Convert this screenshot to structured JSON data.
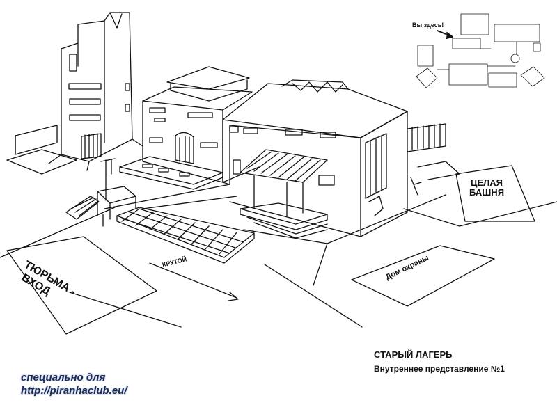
{
  "caption": {
    "title": "СТАРЫЙ ЛАГЕРЬ",
    "subtitle": "Внутреннее представление №1"
  },
  "labels": {
    "tower_line1": "ЦЕЛАЯ",
    "tower_line2": "БАШНЯ",
    "prison_line1": "ТЮРЬМА -",
    "prison_line2": "ВХОД",
    "guard_house": "Дом охраны",
    "steep": "КРУТОЙ"
  },
  "minimap": {
    "you_are_here": "Вы здесь!"
  },
  "watermark": {
    "line1": "специально для",
    "line2": "http://piranhaclub.eu/"
  },
  "colors": {
    "ink": "#111111",
    "watermark": "#1a2a55"
  }
}
